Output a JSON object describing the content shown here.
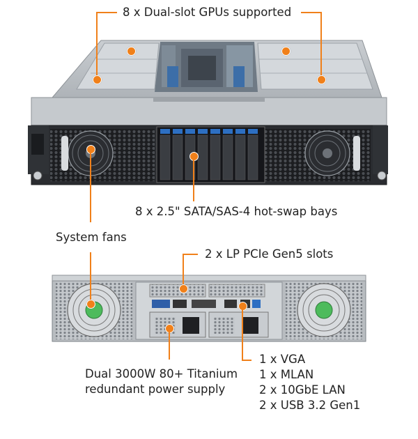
{
  "colors": {
    "accent": "#f0801a",
    "chassis": "#b8bcc0",
    "chassis_dark": "#3a3d42"
  },
  "callouts": {
    "gpus": "8 x Dual-slot GPUs supported",
    "bays": "8 x 2.5\" SATA/SAS-4 hot-swap bays",
    "fans": "System fans",
    "pcie": "2 x LP PCIe Gen5 slots",
    "psu": "Dual 3000W 80+ Titanium redundant power supply",
    "io": [
      "1 x VGA",
      "1 x MLAN",
      "2 x 10GbE LAN",
      "2 x USB 3.2 Gen1"
    ]
  },
  "icons": {
    "front": "server-front-view-image",
    "rear": "server-rear-view-image"
  }
}
